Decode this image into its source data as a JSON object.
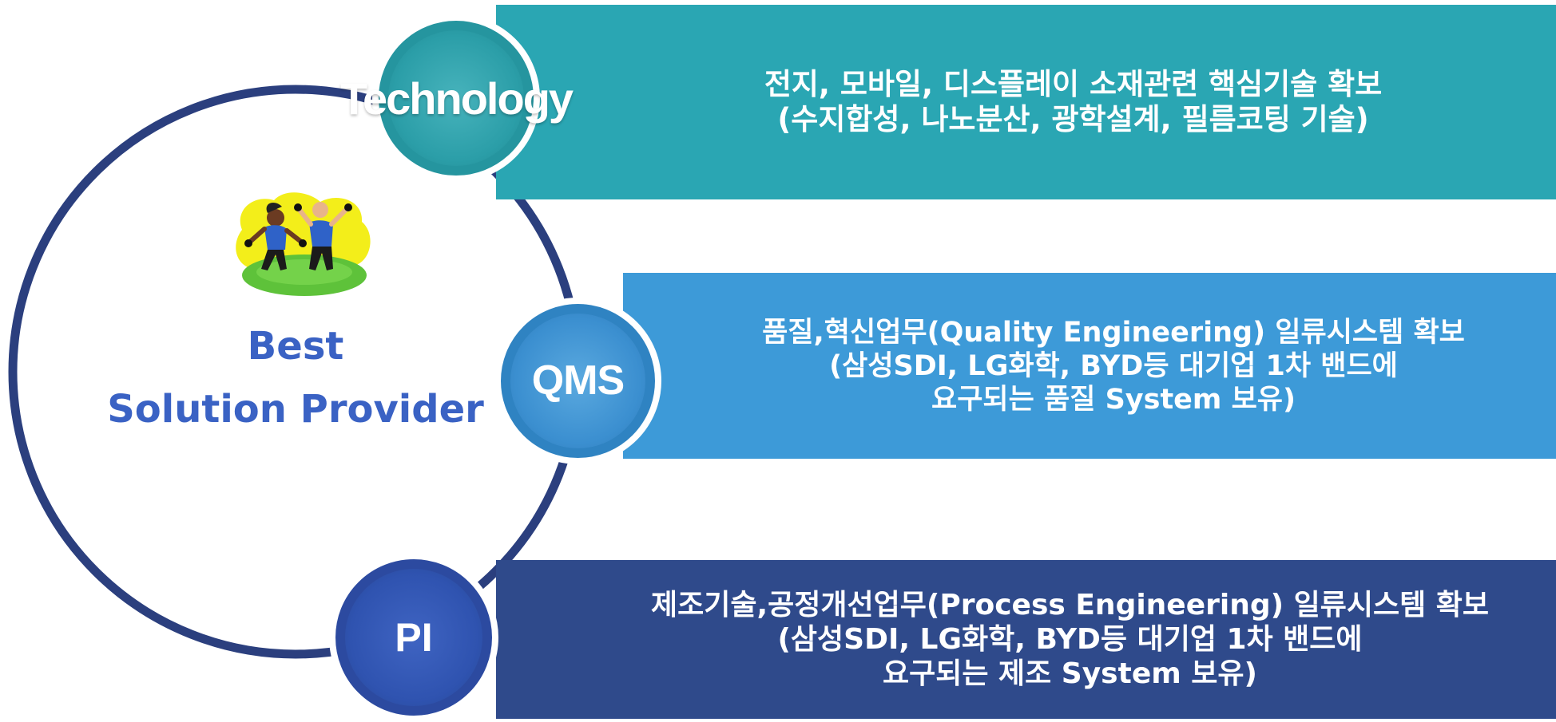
{
  "diagram": {
    "center": {
      "title_line1": "Best",
      "title_line2": "Solution Provider",
      "image": "people-exercising-clipart"
    },
    "items": [
      {
        "badge": "Technology",
        "lines": [
          "전지, 모바일, 디스플레이 소재관련  핵심기술 확보",
          "(수지합성, 나노분산, 광학설계, 필름코팅 기술)"
        ]
      },
      {
        "badge": "QMS",
        "lines": [
          "품질,혁신업무(Quality Engineering)  일류시스템 확보",
          "(삼성SDI, LG화학, BYD등 대기업 1차 밴드에",
          "요구되는 품질 System 보유)"
        ]
      },
      {
        "badge": "PI",
        "lines": [
          "제조기술,공정개선업무(Process Engineering) 일류시스템  확보",
          "(삼성SDI, LG화학, BYD등 대기업 1차 밴드에",
          "요구되는 제조 System 보유)"
        ]
      }
    ],
    "colors": {
      "ring": "#2b3f7e",
      "technology": "#2aa6b3",
      "qms": "#3d9ad8",
      "pi": "#2f4a8b",
      "title": "#3a62c4"
    }
  }
}
